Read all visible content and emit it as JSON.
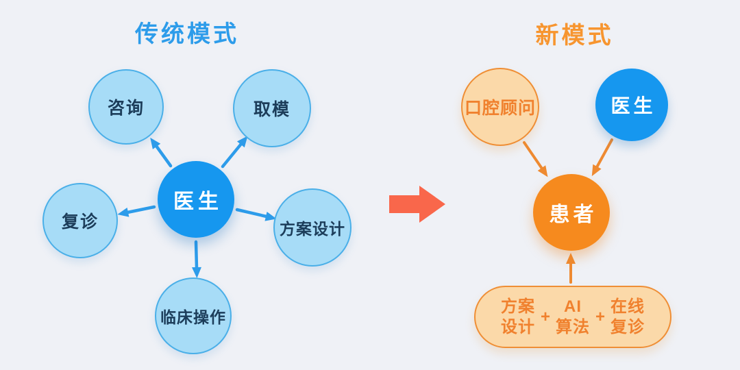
{
  "left": {
    "title": "传统模式",
    "center": {
      "label": "医生"
    },
    "satellites": [
      {
        "label": "咨询"
      },
      {
        "label": "取模"
      },
      {
        "label": "复诊"
      },
      {
        "label": "方案设计"
      },
      {
        "label": "临床操作"
      }
    ]
  },
  "right": {
    "title": "新模式",
    "sources": [
      {
        "label": "口腔顾问"
      },
      {
        "label": "医生"
      }
    ],
    "center": {
      "label": "患者"
    },
    "pill": {
      "separator": "+",
      "items": [
        {
          "line1": "方案",
          "line2": "设计"
        },
        {
          "line1": "AI",
          "line2": "算法"
        },
        {
          "line1": "在线",
          "line2": "复诊"
        }
      ]
    }
  },
  "colors": {
    "background": "#EFF1F6",
    "blue_title": "#2D9CEA",
    "blue_circle": "#1697EF",
    "light_blue_fill": "#A7DCF7",
    "light_blue_border": "#4AAFE8",
    "dark_label_text": "#1C3D5A",
    "coral_transition_arrow": "#F9674B",
    "orange_title": "#F7952F",
    "orange_circle": "#F68A1E",
    "peach_fill": "#FBD9A9",
    "orange_border": "#EF8E35",
    "orange_text": "#F0812E"
  }
}
